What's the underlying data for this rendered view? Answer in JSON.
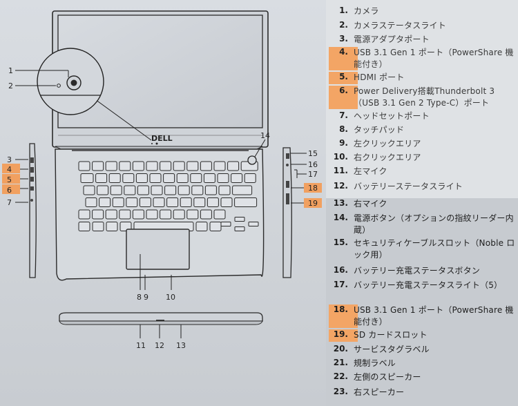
{
  "colors": {
    "highlight": "#f1a060",
    "panel_top": "#dfe2e5",
    "panel_bottom": "#c7cbd0",
    "line": "#333333"
  },
  "diagram": {
    "logo": "DELL",
    "callouts": [
      "1",
      "2",
      "3",
      "4",
      "5",
      "6",
      "7",
      "8",
      "9",
      "10",
      "11",
      "12",
      "13",
      "14",
      "15",
      "16",
      "17",
      "18",
      "19"
    ],
    "highlighted": [
      "4",
      "5",
      "6",
      "18",
      "19"
    ]
  },
  "legend": {
    "items": [
      {
        "num": "1.",
        "label": "カメラ",
        "hl": false
      },
      {
        "num": "2.",
        "label": "カメラステータスライト",
        "hl": false
      },
      {
        "num": "3.",
        "label": "電源アダプタポート",
        "hl": false
      },
      {
        "num": "4.",
        "label": "USB 3.1 Gen 1 ポート（PowerShare 機能付き）",
        "hl": true
      },
      {
        "num": "5.",
        "label": "HDMI ポート",
        "hl": true
      },
      {
        "num": "6.",
        "label": "Power Delivery搭載Thunderbolt 3（USB 3.1 Gen 2 Type-C）ポート",
        "hl": true
      },
      {
        "num": "7.",
        "label": "ヘッドセットポート",
        "hl": false
      },
      {
        "num": "8.",
        "label": "タッチパッド",
        "hl": false
      },
      {
        "num": "9.",
        "label": "左クリックエリア",
        "hl": false
      },
      {
        "num": "10.",
        "label": "右クリックエリア",
        "hl": false
      },
      {
        "num": "11.",
        "label": "左マイク",
        "hl": false
      },
      {
        "num": "12.",
        "label": "バッテリーステータスライト",
        "hl": false
      },
      {
        "num": "13.",
        "label": "右マイク",
        "hl": false
      },
      {
        "num": "14.",
        "label": "電源ボタン（オプションの指紋リーダー内蔵）",
        "hl": false
      },
      {
        "num": "15.",
        "label": "セキュリティケーブルスロット（Noble ロック用）",
        "hl": false
      },
      {
        "num": "16.",
        "label": "バッテリー充電ステータスボタン",
        "hl": false
      },
      {
        "num": "17.",
        "label": "バッテリー充電ステータスライト（5）",
        "hl": false
      },
      {
        "num": "18.",
        "label": "USB 3.1 Gen 1 ポート（PowerShare 機能付き）",
        "hl": true
      },
      {
        "num": "19.",
        "label": "SD カードスロット",
        "hl": true
      },
      {
        "num": "20.",
        "label": "サービスタグラベル",
        "hl": false
      },
      {
        "num": "21.",
        "label": "規制ラベル",
        "hl": false
      },
      {
        "num": "22.",
        "label": "左側のスピーカー",
        "hl": false
      },
      {
        "num": "23.",
        "label": "右スピーカー",
        "hl": false
      }
    ]
  }
}
